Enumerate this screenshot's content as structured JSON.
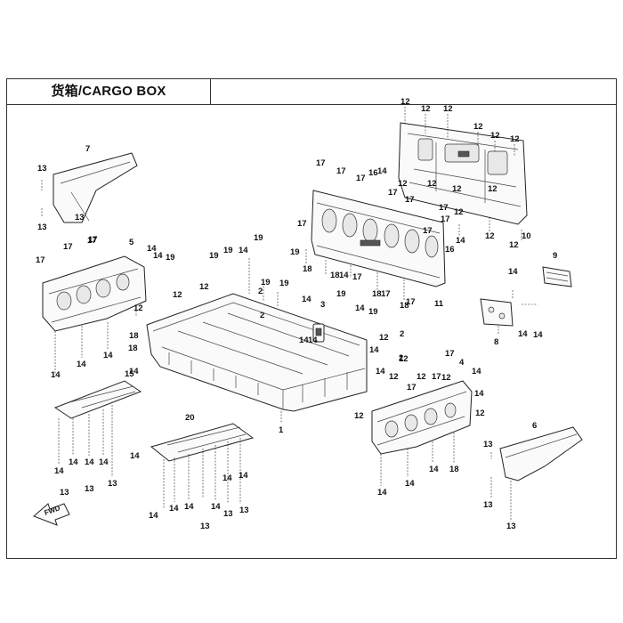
{
  "title": "货箱/CARGO BOX",
  "fwd_label": "FWD",
  "callouts": [
    {
      "id": "c1",
      "text": "12"
    },
    {
      "id": "c2",
      "text": "12"
    },
    {
      "id": "c3",
      "text": "12"
    },
    {
      "id": "c4",
      "text": "12"
    },
    {
      "id": "c5",
      "text": "12"
    },
    {
      "id": "c6",
      "text": "12"
    },
    {
      "id": "c7",
      "text": "12"
    },
    {
      "id": "c8",
      "text": "12"
    },
    {
      "id": "c9",
      "text": "12"
    },
    {
      "id": "c10",
      "text": "12"
    },
    {
      "id": "c11",
      "text": "12"
    },
    {
      "id": "c12",
      "text": "12"
    },
    {
      "id": "c13",
      "text": "12"
    },
    {
      "id": "c14",
      "text": "10"
    },
    {
      "id": "c15",
      "text": "17"
    },
    {
      "id": "c16",
      "text": "17"
    },
    {
      "id": "c17",
      "text": "17"
    },
    {
      "id": "c18",
      "text": "16"
    },
    {
      "id": "c19",
      "text": "14"
    },
    {
      "id": "c20",
      "text": "17"
    },
    {
      "id": "c21",
      "text": "17"
    },
    {
      "id": "c22",
      "text": "17"
    },
    {
      "id": "c23",
      "text": "17"
    },
    {
      "id": "c24",
      "text": "17"
    },
    {
      "id": "c25",
      "text": "14"
    },
    {
      "id": "c26",
      "text": "16"
    },
    {
      "id": "c27",
      "text": "11"
    },
    {
      "id": "c28",
      "text": "17"
    },
    {
      "id": "c29",
      "text": "18"
    },
    {
      "id": "c30",
      "text": "18"
    },
    {
      "id": "c31",
      "text": "14"
    },
    {
      "id": "c32",
      "text": "19"
    },
    {
      "id": "c33",
      "text": "17"
    },
    {
      "id": "c34",
      "text": "18"
    },
    {
      "id": "c35",
      "text": "17"
    },
    {
      "id": "c36",
      "text": "18"
    },
    {
      "id": "c37",
      "text": "17"
    },
    {
      "id": "c38",
      "text": "7"
    },
    {
      "id": "c39",
      "text": "13"
    },
    {
      "id": "c40",
      "text": "13"
    },
    {
      "id": "c41",
      "text": "13"
    },
    {
      "id": "c42",
      "text": "17"
    },
    {
      "id": "c43",
      "text": "17"
    },
    {
      "id": "c44",
      "text": "5"
    },
    {
      "id": "c45",
      "text": "14"
    },
    {
      "id": "c46",
      "text": "14"
    },
    {
      "id": "c47",
      "text": "19"
    },
    {
      "id": "c48",
      "text": "19"
    },
    {
      "id": "c49",
      "text": "19"
    },
    {
      "id": "c50",
      "text": "14"
    },
    {
      "id": "c51",
      "text": "19"
    },
    {
      "id": "c52",
      "text": "12"
    },
    {
      "id": "c53",
      "text": "12"
    },
    {
      "id": "c54",
      "text": "12"
    },
    {
      "id": "c55",
      "text": "2"
    },
    {
      "id": "c56",
      "text": "2"
    },
    {
      "id": "c57",
      "text": "19"
    },
    {
      "id": "c58",
      "text": "19"
    },
    {
      "id": "c59",
      "text": "19"
    },
    {
      "id": "c60",
      "text": "14"
    },
    {
      "id": "c61",
      "text": "14"
    },
    {
      "id": "c62",
      "text": "14"
    },
    {
      "id": "c63",
      "text": "12"
    },
    {
      "id": "c64",
      "text": "18"
    },
    {
      "id": "c65",
      "text": "3"
    },
    {
      "id": "c66",
      "text": "14"
    },
    {
      "id": "c67",
      "text": "19"
    },
    {
      "id": "c68",
      "text": "2"
    },
    {
      "id": "c69",
      "text": "2"
    },
    {
      "id": "c70",
      "text": "12"
    },
    {
      "id": "c71",
      "text": "12"
    },
    {
      "id": "c72",
      "text": "12"
    },
    {
      "id": "c73",
      "text": "12"
    },
    {
      "id": "c74",
      "text": "17"
    },
    {
      "id": "c75",
      "text": "17"
    },
    {
      "id": "c76",
      "text": "17"
    },
    {
      "id": "c77",
      "text": "4"
    },
    {
      "id": "c78",
      "text": "14"
    },
    {
      "id": "c79",
      "text": "14"
    },
    {
      "id": "c80",
      "text": "12"
    },
    {
      "id": "c81",
      "text": "1"
    },
    {
      "id": "c82",
      "text": "14"
    },
    {
      "id": "c83",
      "text": "14"
    },
    {
      "id": "c84",
      "text": "18"
    },
    {
      "id": "c85",
      "text": "14"
    },
    {
      "id": "c86",
      "text": "9"
    },
    {
      "id": "c87",
      "text": "14"
    },
    {
      "id": "c88",
      "text": "8"
    },
    {
      "id": "c89",
      "text": "14"
    },
    {
      "id": "c90",
      "text": "14"
    },
    {
      "id": "c91",
      "text": "6"
    },
    {
      "id": "c92",
      "text": "13"
    },
    {
      "id": "c93",
      "text": "13"
    },
    {
      "id": "c94",
      "text": "13"
    },
    {
      "id": "c95",
      "text": "15"
    },
    {
      "id": "c96",
      "text": "14"
    },
    {
      "id": "c97",
      "text": "14"
    },
    {
      "id": "c98",
      "text": "14"
    },
    {
      "id": "c99",
      "text": "14"
    },
    {
      "id": "c100",
      "text": "14"
    },
    {
      "id": "c101",
      "text": "13"
    },
    {
      "id": "c102",
      "text": "13"
    },
    {
      "id": "c103",
      "text": "13"
    },
    {
      "id": "c104",
      "text": "20"
    },
    {
      "id": "c105",
      "text": "14"
    },
    {
      "id": "c106",
      "text": "14"
    },
    {
      "id": "c107",
      "text": "14"
    },
    {
      "id": "c108",
      "text": "14"
    },
    {
      "id": "c109",
      "text": "14"
    },
    {
      "id": "c110",
      "text": "14"
    },
    {
      "id": "c111",
      "text": "13"
    },
    {
      "id": "c112",
      "text": "13"
    },
    {
      "id": "c113",
      "text": "13"
    },
    {
      "id": "c114",
      "text": "14"
    },
    {
      "id": "c115",
      "text": "14"
    },
    {
      "id": "c116",
      "text": "14"
    },
    {
      "id": "c117",
      "text": "14"
    },
    {
      "id": "c118",
      "text": "17"
    },
    {
      "id": "c119",
      "text": "17"
    },
    {
      "id": "c120",
      "text": "18"
    },
    {
      "id": "c121",
      "text": "12"
    },
    {
      "id": "c122",
      "text": "14"
    },
    {
      "id": "c123",
      "text": "14"
    }
  ]
}
